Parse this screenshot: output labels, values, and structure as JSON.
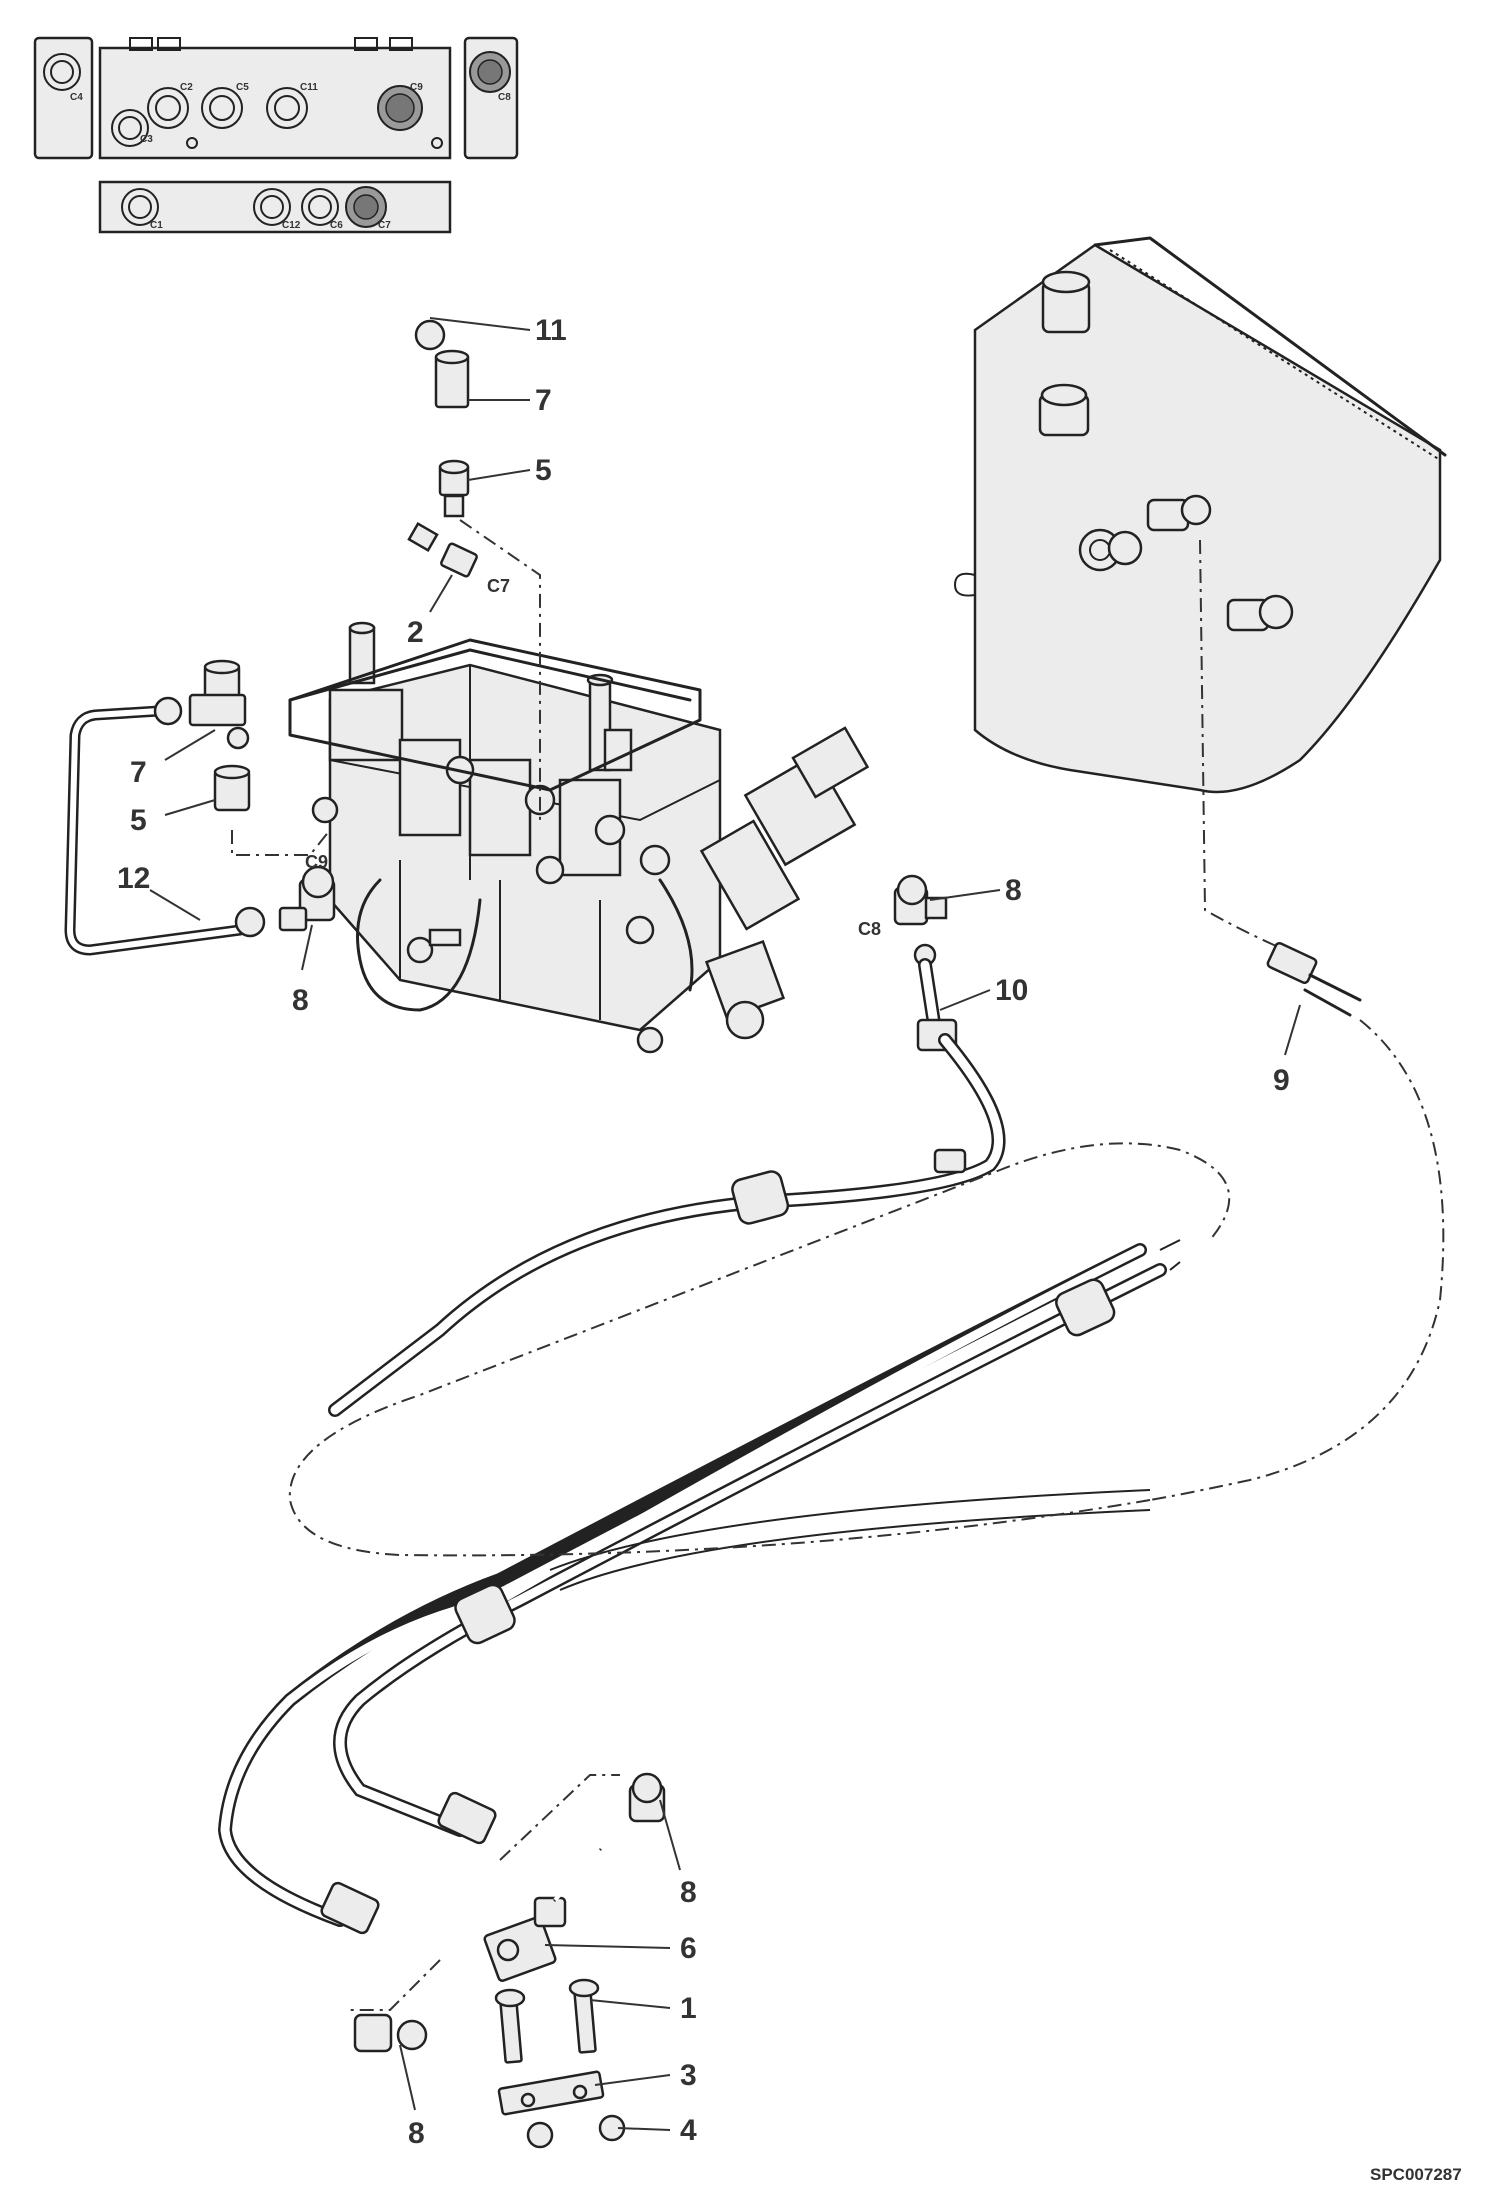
{
  "callouts": {
    "c11": "11",
    "c7a": "7",
    "c5a": "5",
    "c2": "2",
    "c7b": "7",
    "c5b": "5",
    "c12": "12",
    "c8a": "8",
    "c8b": "8",
    "c10": "10",
    "c9": "9",
    "c8c": "8",
    "c6": "6",
    "c1": "1",
    "c3": "3",
    "c8d": "8",
    "c4": "4"
  },
  "ports": {
    "c7": "C7",
    "c9": "C9",
    "c8": "C8"
  },
  "inset_ports": {
    "p1": "C4",
    "p2": "C3",
    "p3": "C2",
    "p4": "C5",
    "p5": "C11",
    "p6": "C9",
    "p7": "C8",
    "p8": "C1",
    "p9": "C12",
    "p10": "C6",
    "p11": "C7"
  },
  "drawing_code": "SPC007287"
}
